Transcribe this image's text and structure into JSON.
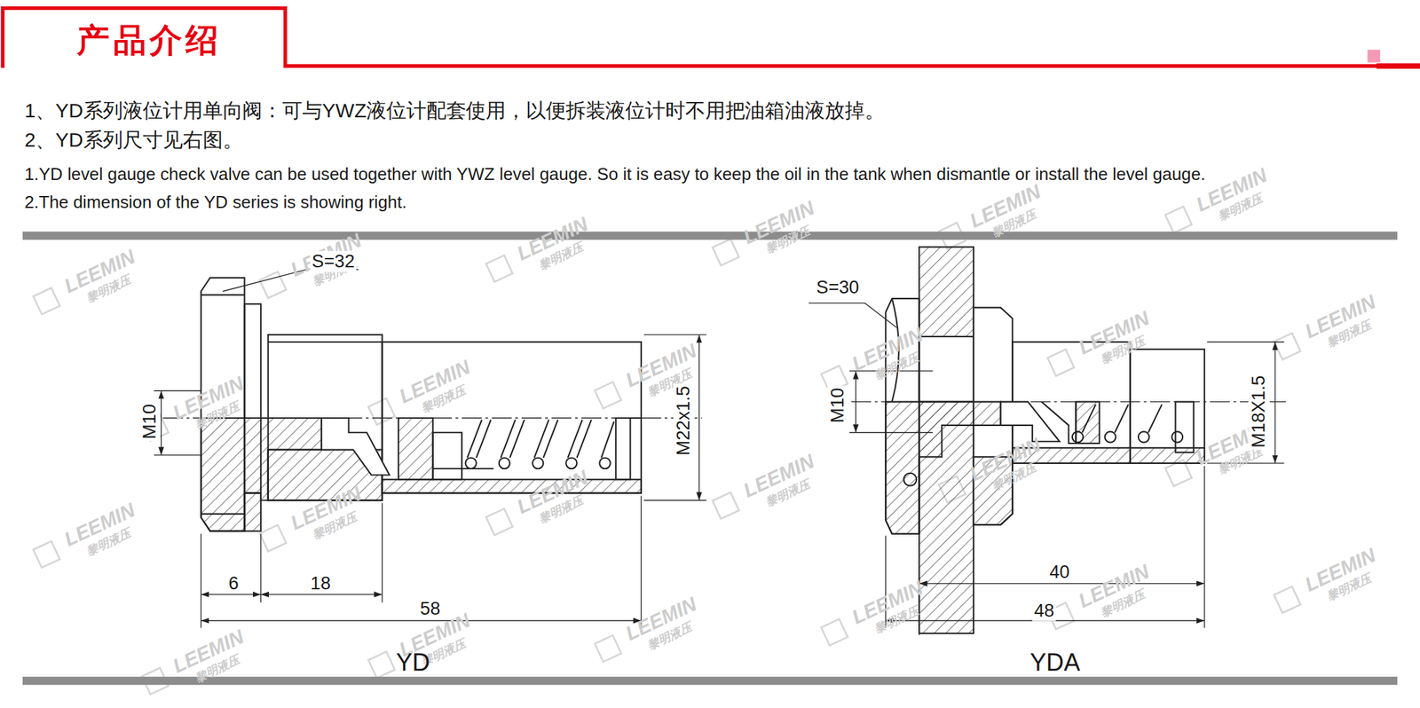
{
  "diagram": {
    "title": "产品介绍",
    "labels": [
      "1、YD系列液位计用单向阀：可与YWZ液位计配套使用，以便拆装液位计时不用把油箱油液放掉。",
      "2、YD系列尺寸见右图。",
      "1.YD level gauge check valve can be used together with YWZ level gauge. So it is easy to keep the oil in the tank when dismantle or install the level gauge.",
      "2.The dimension of the YD series is showing right.",
      "S=32",
      "M10",
      "M22x1.5",
      "6",
      "18",
      "58",
      "YD",
      "S=30",
      "M10",
      "M18X1.5",
      "40",
      "48",
      "YDA",
      "LEEMIN",
      "黎明液压",
      "LEEMIN",
      "黎明液压",
      "LEEMIN",
      "黎明液压",
      "LEEMIN",
      "黎明液压",
      "LEEMIN",
      "黎明液压",
      "LEEMIN",
      "黎明液压",
      "LEEMIN",
      "黎明液压",
      "LEEMIN",
      "黎明液压",
      "LEEMIN",
      "黎明液压",
      "LEEMIN",
      "黎明液压",
      "LEEMIN",
      "黎明液压",
      "LEEMIN",
      "黎明液压",
      "LEEMIN",
      "黎明液压",
      "LEEMIN",
      "黎明液压",
      "LEEMIN",
      "黎明液压",
      "LEEMIN",
      "黎明液压",
      "LEEMIN",
      "黎明液压",
      "LEEMIN",
      "黎明液压",
      "LEEMIN",
      "黎明液压",
      "LEEMIN",
      "黎明液压",
      "LEEMIN",
      "黎明液压",
      "LEEMIN",
      "黎明液压",
      "LEEMIN",
      "黎明液压",
      "LEEMIN",
      "黎明液压"
    ]
  }
}
